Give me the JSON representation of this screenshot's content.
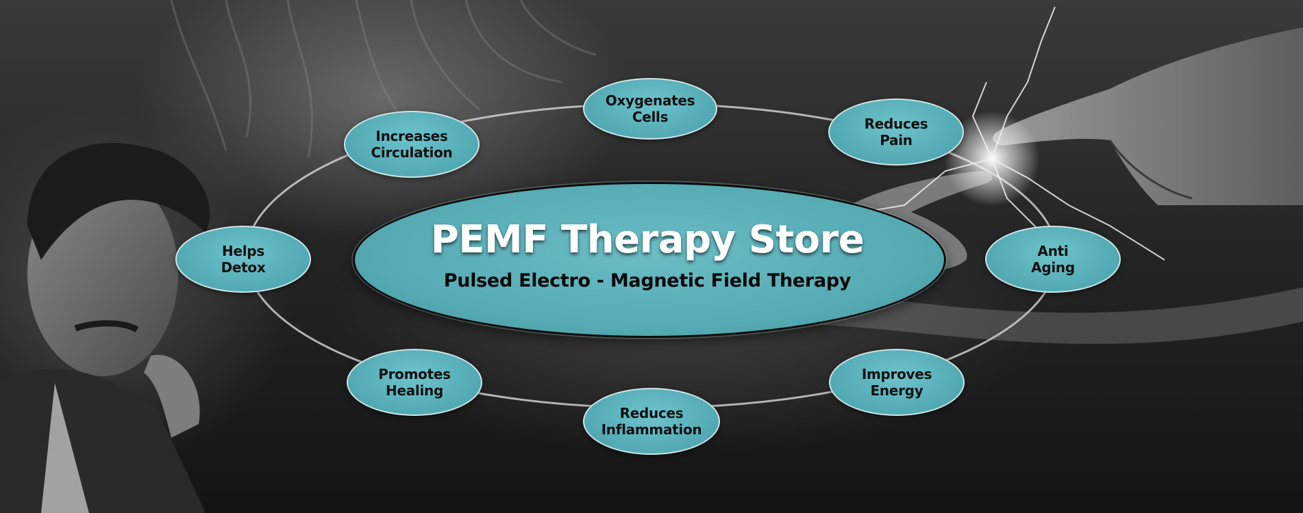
{
  "banner": {
    "title": "PEMF Therapy Store",
    "subtitle": "Pulsed Electro - Magnetic Field Therapy"
  },
  "colors": {
    "bubble_fill": "#55aab3",
    "bubble_border": "#e6f0f0",
    "title_text": "#ffffff",
    "ring_line": "#d8d8d8"
  },
  "benefits": {
    "oxygenates": {
      "line1": "Oxygenates",
      "line2": "Cells"
    },
    "increases_circulation": {
      "line1": "Increases",
      "line2": "Circulation"
    },
    "reduces_pain": {
      "line1": "Reduces",
      "line2": "Pain"
    },
    "helps_detox": {
      "line1": "Helps",
      "line2": "Detox"
    },
    "anti_aging": {
      "line1": "Anti",
      "line2": "Aging"
    },
    "promotes_healing": {
      "line1": "Promotes",
      "line2": "Healing"
    },
    "improves_energy": {
      "line1": "Improves",
      "line2": "Energy"
    },
    "reduces_inflammation": {
      "line1": "Reduces",
      "line2": "Inflammation"
    }
  }
}
